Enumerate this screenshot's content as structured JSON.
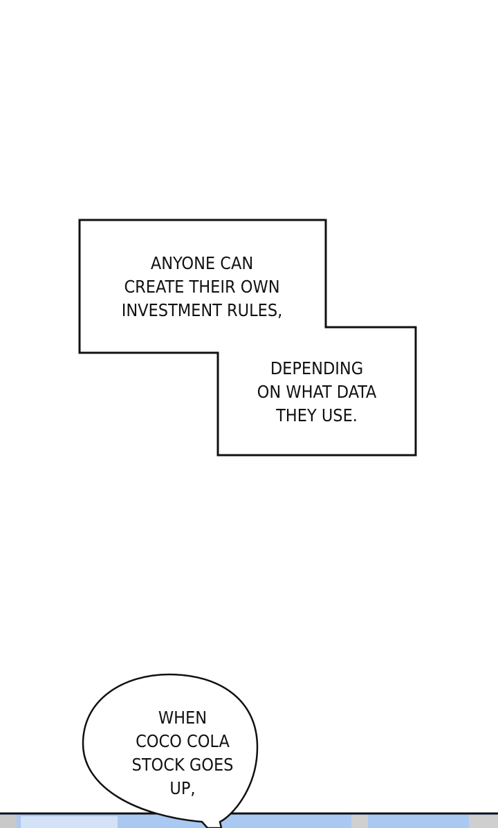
{
  "caption_top": [
    "ANYONE CAN",
    "CREATE THEIR OWN",
    "INVESTMENT RULES,"
  ],
  "caption_bottom": [
    "DEPENDING",
    "ON WHAT DATA",
    "THEY USE."
  ],
  "speech_bubble": [
    "WHEN",
    "COCO COLA",
    "STOCK GOES",
    "UP,"
  ],
  "colors": {
    "sky": "#a9c8f2",
    "border": "#111111"
  }
}
